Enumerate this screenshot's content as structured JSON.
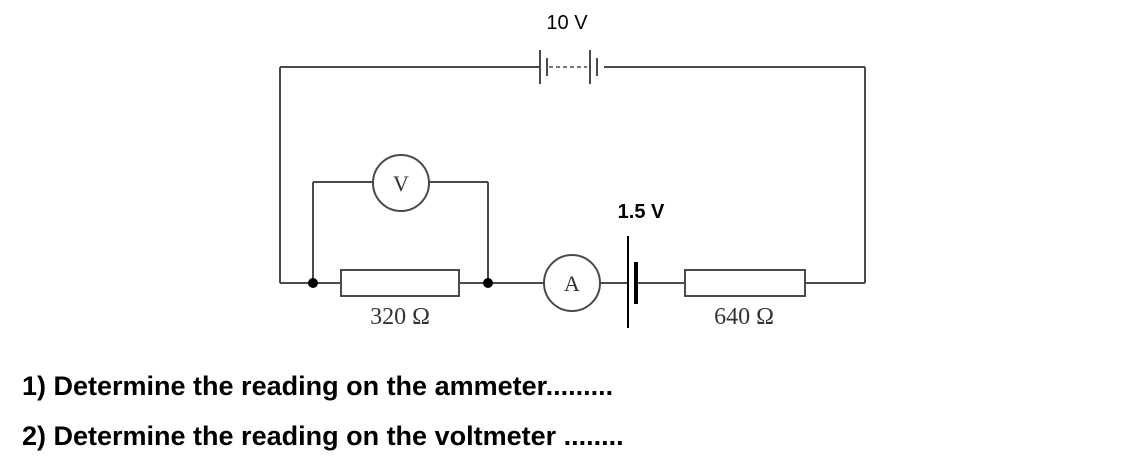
{
  "diagram": {
    "battery_voltage": "10 V",
    "cell_voltage": "1.5 V",
    "voltmeter_symbol": "V",
    "ammeter_symbol": "A",
    "resistor_left_label": "320 Ω",
    "resistor_right_label": "640 Ω"
  },
  "questions": [
    "1) Determine the reading on the ammeter.........",
    "2) Determine the reading on the voltmeter ........"
  ]
}
